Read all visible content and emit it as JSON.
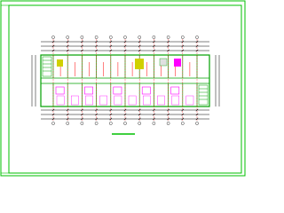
{
  "drawing": {
    "type": "cad-floor-plan",
    "background": "#ffffff",
    "colors": {
      "frame": "#00c000",
      "walls": "#00a000",
      "axis_lines": "#ff0000",
      "dimensions": "#000000",
      "furniture": "#ff00ff",
      "fixtures": "#d0d000",
      "title_bar": "#00c000"
    },
    "elements": {
      "sheet_frame": "drawing-border",
      "floor_plan": "building-plan",
      "title_underline": "title-underline"
    },
    "bay_count_visible": 10
  }
}
